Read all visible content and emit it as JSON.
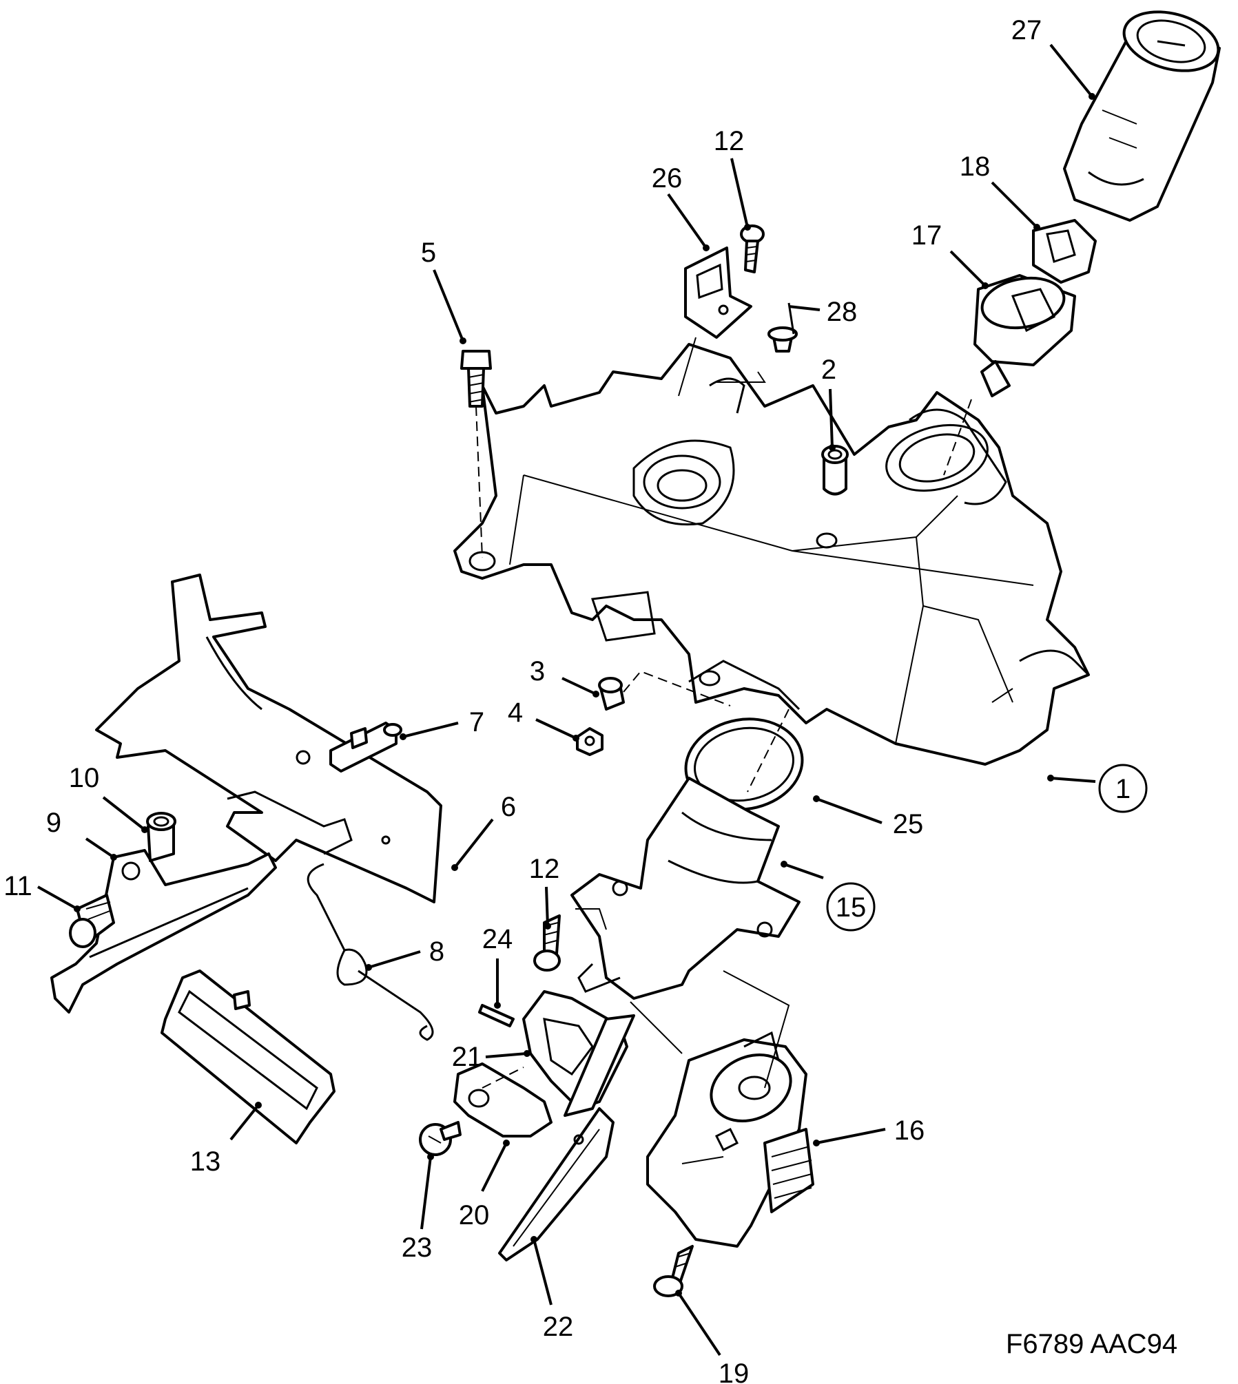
{
  "figure_code": "F6789 AAC94",
  "callouts": [
    {
      "id": "c1",
      "text": "1",
      "circled": true
    },
    {
      "id": "c2",
      "text": "2"
    },
    {
      "id": "c3",
      "text": "3"
    },
    {
      "id": "c4",
      "text": "4"
    },
    {
      "id": "c5",
      "text": "5"
    },
    {
      "id": "c6",
      "text": "6"
    },
    {
      "id": "c7",
      "text": "7"
    },
    {
      "id": "c8",
      "text": "8"
    },
    {
      "id": "c9",
      "text": "9"
    },
    {
      "id": "c10",
      "text": "10"
    },
    {
      "id": "c11",
      "text": "11"
    },
    {
      "id": "c12a",
      "text": "12"
    },
    {
      "id": "c12b",
      "text": "12"
    },
    {
      "id": "c13",
      "text": "13"
    },
    {
      "id": "c15",
      "text": "15",
      "circled": true
    },
    {
      "id": "c16",
      "text": "16"
    },
    {
      "id": "c17",
      "text": "17"
    },
    {
      "id": "c18",
      "text": "18"
    },
    {
      "id": "c19",
      "text": "19"
    },
    {
      "id": "c20",
      "text": "20"
    },
    {
      "id": "c21",
      "text": "21"
    },
    {
      "id": "c22",
      "text": "22"
    },
    {
      "id": "c23",
      "text": "23"
    },
    {
      "id": "c24",
      "text": "24"
    },
    {
      "id": "c25",
      "text": "25"
    },
    {
      "id": "c26",
      "text": "26"
    },
    {
      "id": "c27",
      "text": "27"
    },
    {
      "id": "c28",
      "text": "28"
    }
  ]
}
